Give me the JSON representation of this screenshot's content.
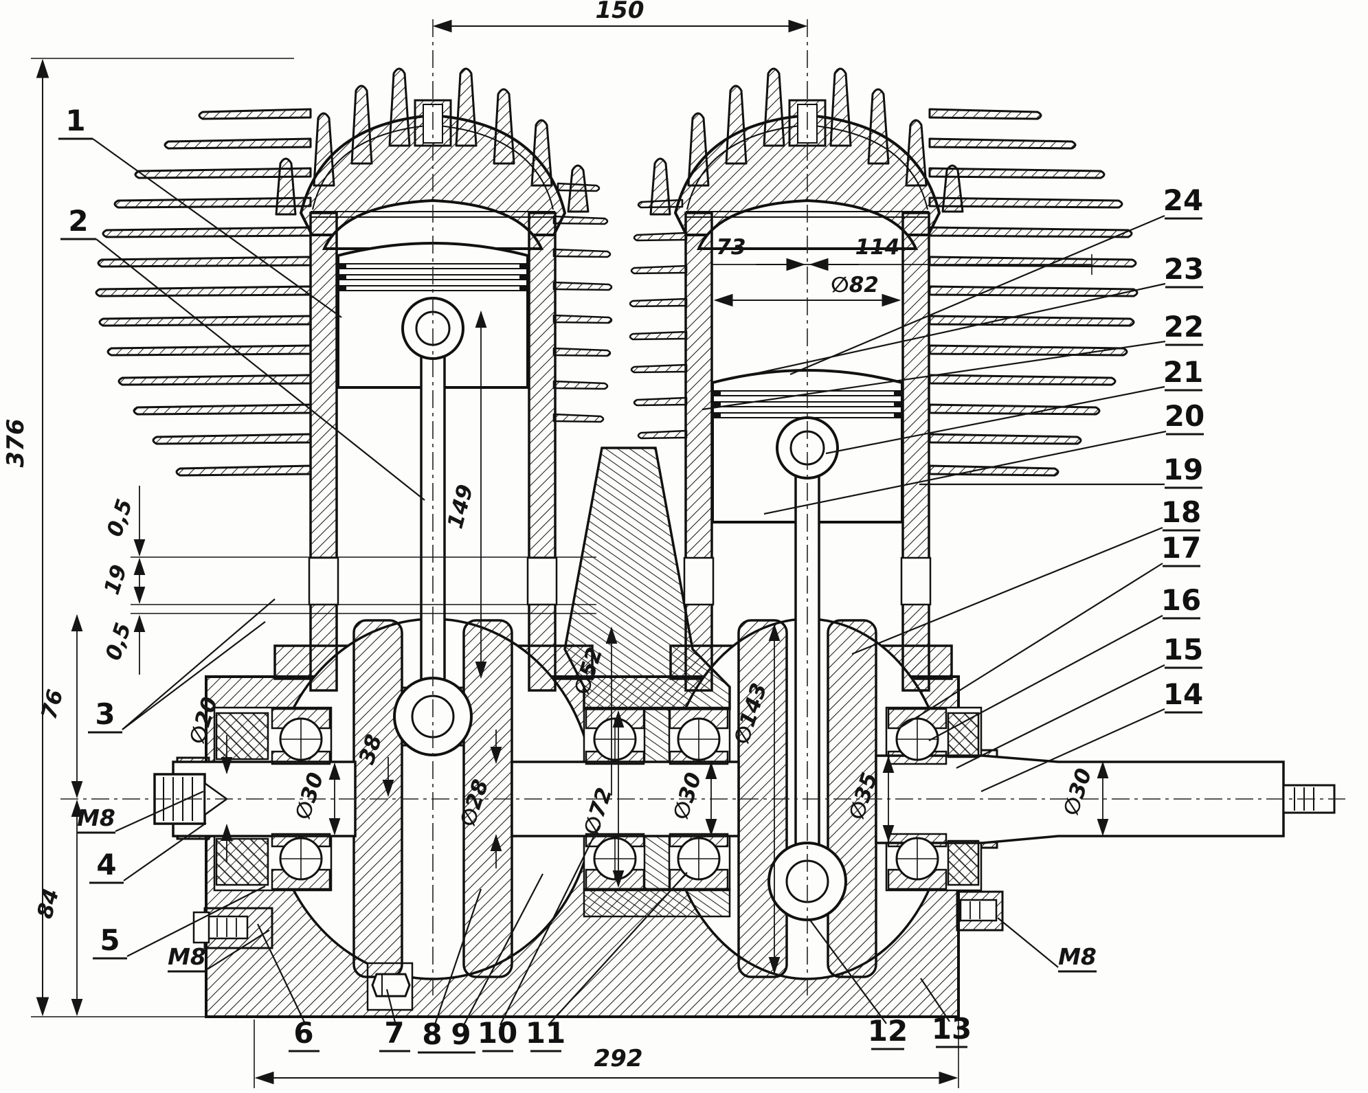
{
  "drawing": {
    "type": "technical-cross-section",
    "subject": "Two-cylinder two-stroke engine, longitudinal section with cooling fins",
    "units": "mm"
  },
  "callouts": {
    "c1": "1",
    "c2": "2",
    "c3": "3",
    "c4": "4",
    "c5": "5",
    "c6": "6",
    "c7": "7",
    "c8": "8",
    "c9": "9",
    "c10": "10",
    "c11": "11",
    "c12": "12",
    "c13": "13",
    "c14": "14",
    "c15": "15",
    "c16": "16",
    "c17": "17",
    "c18": "18",
    "c19": "19",
    "c20": "20",
    "c21": "21",
    "c22": "22",
    "c23": "23",
    "c24": "24"
  },
  "dims": {
    "cyl_spacing": "150",
    "overall_height": "376",
    "head_left": "73",
    "head_right": "114",
    "bore": "∅82",
    "liner_length": "149",
    "web_window": "∅52",
    "web_dia": "∅143",
    "web_gap": "38",
    "journal_28": "∅28",
    "bearing_bore": "∅72",
    "shaft_30_center": "∅30",
    "shaft_30_left": "∅30",
    "stub_20": "∅20",
    "shaft_35": "∅35",
    "shaft_30_right": "∅30",
    "clearance_top": "0,5",
    "port_height": "19",
    "clearance_bottom": "0,5",
    "deck_to_axis": "76",
    "axis_to_base": "84",
    "case_width": "292",
    "thread_left_shaft": "M8",
    "thread_left_stud": "M8",
    "thread_right_stud": "M8"
  }
}
